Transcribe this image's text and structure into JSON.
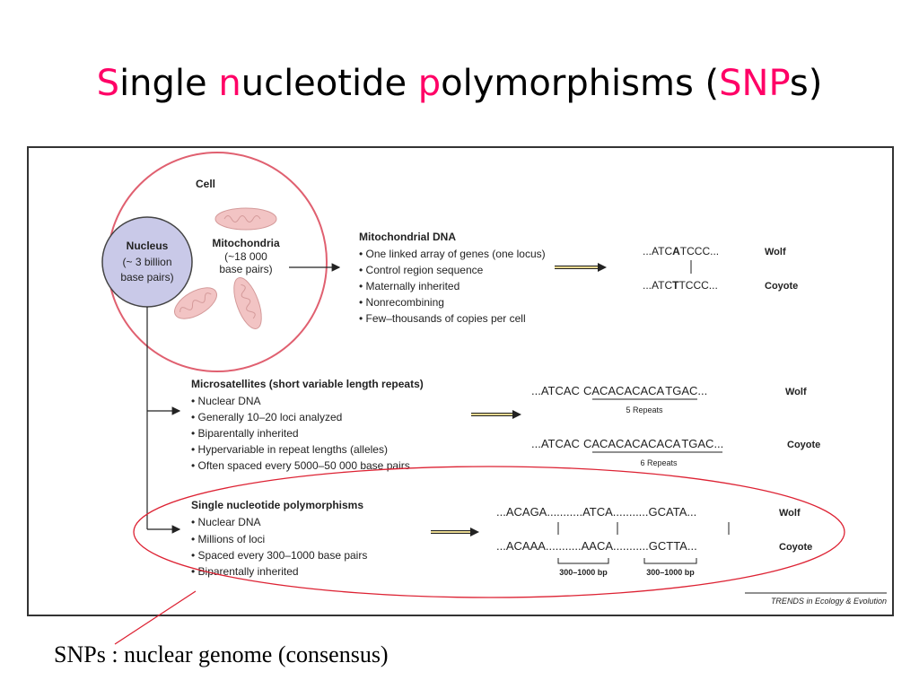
{
  "title": {
    "part1": "S",
    "part2": "ingle ",
    "part3": "n",
    "part4": "ucleotide ",
    "part5": "p",
    "part6": "olymorphisms (",
    "part7": "SNP",
    "part8": "s)"
  },
  "colors": {
    "highlight": "#ff0066",
    "cell_border": "#e06070",
    "snp_ellipse": "#dd2233",
    "mito": "#f2c4c4",
    "nucleus": "#c9c9e8"
  },
  "cell": {
    "label": "Cell",
    "nucleus": [
      "Nucleus",
      "(~ 3 billion",
      "base pairs)"
    ],
    "mitochondria": [
      "Mitochondria",
      "(~18 000",
      "base pairs)"
    ]
  },
  "mito_dna": {
    "heading": "Mitochondrial DNA",
    "bullets": [
      "• One linked array of genes (one locus)",
      "• Control region sequence",
      "• Maternally inherited",
      "• Nonrecombining",
      "• Few–thousands of copies per cell"
    ],
    "wolf_seq_a": "...ATC",
    "wolf_seq_b": "A",
    "wolf_seq_c": "TCCC...",
    "coyote_seq_a": "...ATC",
    "coyote_seq_b": "T",
    "coyote_seq_c": "TCCC...",
    "wolf": "Wolf",
    "coyote": "Coyote"
  },
  "microsat": {
    "heading": "Microsatellites (short variable length repeats)",
    "bullets": [
      "• Nuclear DNA",
      "• Generally 10–20 loci analyzed",
      "• Biparentally inherited",
      "• Hypervariable in repeat lengths (alleles)",
      "• Often spaced every 5000–50 000 base pairs"
    ],
    "wolf_a": "...ATCAC",
    "wolf_b": "CACACACACA",
    "wolf_c": "TGAC...",
    "wolf_repeats": "5 Repeats",
    "coyote_a": "...ATCAC",
    "coyote_b": "CACACACACACA",
    "coyote_c": "TGAC...",
    "coyote_repeats": "6 Repeats",
    "wolf": "Wolf",
    "coyote": "Coyote"
  },
  "snp": {
    "heading": "Single nucleotide polymorphisms",
    "bullets": [
      "• Nuclear DNA",
      "• Millions of loci",
      "• Spaced every 300–1000 base pairs",
      "• Biparentally inherited"
    ],
    "wolf_seq": "...ACAGA...........ATCA...........GCATA...",
    "coyote_seq": "...ACAAA...........AACA...........GCTTA...",
    "span1": "300–1000 bp",
    "span2": "300–1000 bp",
    "wolf": "Wolf",
    "coyote": "Coyote"
  },
  "credit": "TRENDS in Ecology & Evolution",
  "caption": "SNPs : nuclear genome (consensus)"
}
